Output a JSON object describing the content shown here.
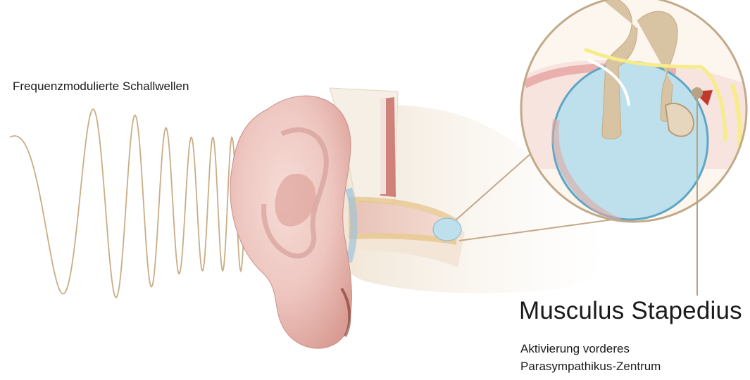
{
  "wave": {
    "label": "Frequenzmodulierte Schallwellen"
  },
  "annotation": {
    "title": "Musculus Stapedius",
    "desc_line1": "Aktivierung vorderes",
    "desc_line2": "Parasympathikus-Zentrum"
  },
  "colors": {
    "wave": "#c9ad86",
    "leader_line": "#b8a283",
    "ear_skin": "#eec6c0",
    "bone": "#e8d5bd",
    "tympanic_membrane": "#bde0ec",
    "nerve_yellow": "#f7ec8a",
    "muscle_red": "#c0392b"
  },
  "icons": {
    "ear": "ear-illustration",
    "magnifier": "zoom-circle"
  }
}
